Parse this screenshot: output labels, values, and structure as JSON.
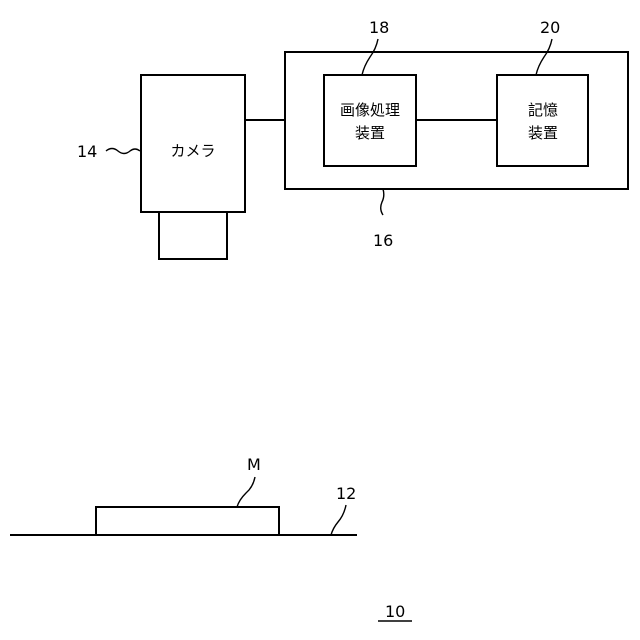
{
  "figure": {
    "camera": {
      "ref": "14",
      "label": "カメラ"
    },
    "processing_unit": {
      "ref": "16"
    },
    "image_processor": {
      "ref": "18",
      "label_line1": "画像処理",
      "label_line2": "装置"
    },
    "storage": {
      "ref": "20",
      "label_line1": "記憶",
      "label_line2": "装置"
    },
    "object": {
      "ref": "M"
    },
    "stage": {
      "ref": "12"
    },
    "system": {
      "ref": "10"
    }
  }
}
